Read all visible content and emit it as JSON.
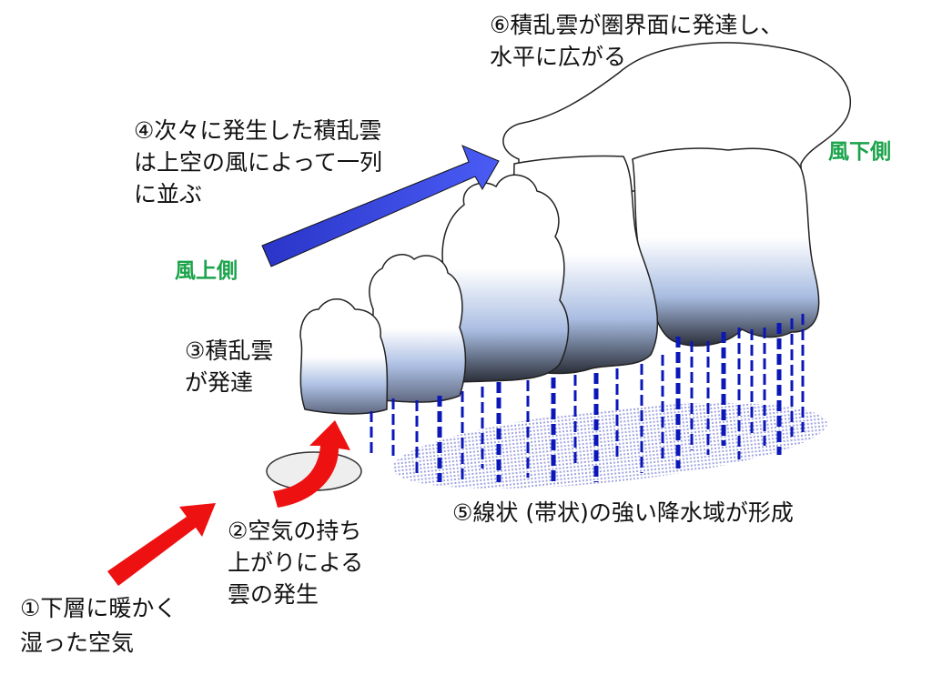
{
  "labels": {
    "step6": [
      "⑥積乱雲が圏界面に発達し、",
      "水平に広がる"
    ],
    "step4": [
      "④次々に発生した積乱雲",
      "は上空の風によって一列",
      "に並ぶ"
    ],
    "downwind": "風下側",
    "upwind": "風上側",
    "step3": [
      "③積乱雲",
      "が発達"
    ],
    "step5": "⑤線状 (帯状)の強い降水域が形成",
    "step2": [
      "②空気の持ち",
      "上がりによる",
      "雲の発生"
    ],
    "step1": [
      "①下層に暖かく",
      "湿った空気"
    ]
  },
  "colors": {
    "wind_label": "#1aa34a",
    "rain": "#0b17b8",
    "warm_air_arrow": "#ee1111",
    "upper_wind_arrow": "#2f3ee0"
  }
}
